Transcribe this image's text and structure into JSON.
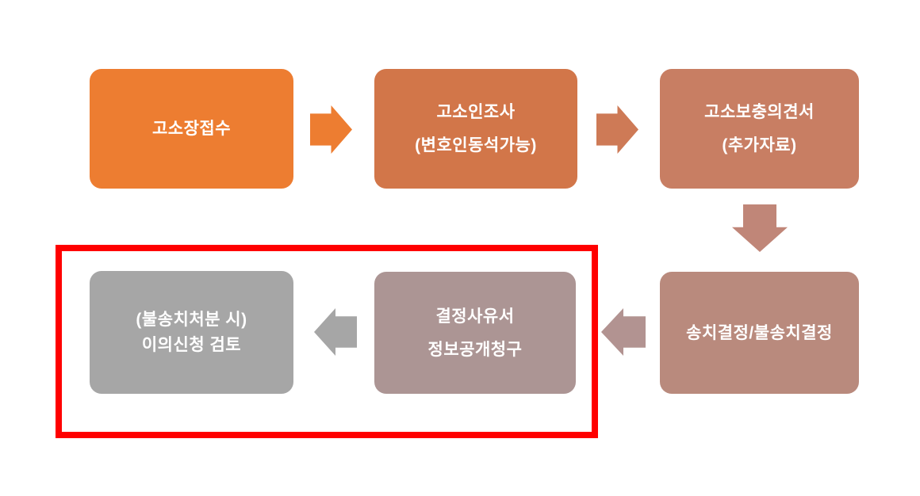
{
  "diagram": {
    "title_hint": "complaint-case-process-flowchart",
    "background_color": "#FFFFFF",
    "text_color": "#FFFFFF",
    "steps": {
      "complaint_filing": {
        "line1": "고소장접수",
        "color": "#ED7D31"
      },
      "complainant_investigation": {
        "line1": "고소인조사",
        "line2": "(변호인동석가능)",
        "color": "#D27649"
      },
      "supplementary_opinion": {
        "line1": "고소보충의견서",
        "line2": "(추가자료)",
        "color": "#C87E63"
      },
      "transfer_decision": {
        "line1": "송치결정/불송치결정",
        "color": "#B98A7D"
      },
      "info_disclosure_request": {
        "line1": "결정사유서",
        "line2": "정보공개청구",
        "color": "#AC9594"
      },
      "objection_review": {
        "line1": "(불송치처분 시)",
        "line2": "이의신청 검토",
        "color": "#A6A6A6"
      }
    },
    "arrows": {
      "step1_to_step2": {
        "direction": "right",
        "color": "#ED7D31"
      },
      "step2_to_step3": {
        "direction": "right",
        "color": "#CE7A56"
      },
      "step3_to_step4": {
        "direction": "down",
        "color": "#C08678"
      },
      "step4_to_step5": {
        "direction": "left",
        "color": "#B29391"
      },
      "step5_to_step6": {
        "direction": "left",
        "color": "#A6A6A6"
      }
    },
    "highlight": {
      "color": "#FF0000"
    }
  }
}
